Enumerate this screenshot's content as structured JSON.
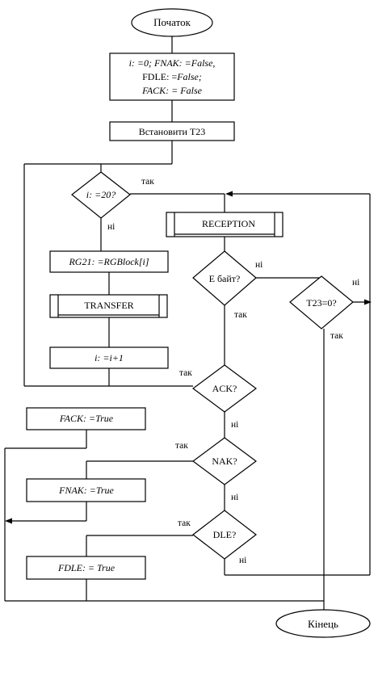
{
  "nodes": {
    "start": "Початок",
    "init_line1_plain": "i: =0; ",
    "init_line1_italic": "FNAK: =False,",
    "init_line2_plain": "FDLE: =",
    "init_line2_italic": "False;",
    "init_line3": "FACK: = False",
    "set_timer": "Встановити Т23",
    "loop_check": "i: =20?",
    "reception": "RECEPTION",
    "assign_rg": "RG21: =RGBlock[i]",
    "byte_check": "Е байт?",
    "timer_check": "Т23=0?",
    "transfer": "TRANSFER",
    "increment": "i: =i+1",
    "ack_check": "ACK?",
    "set_fack": "FACK: =True",
    "nak_check": "NAK?",
    "set_fnak": "FNAK: =True",
    "dle_check": "DLE?",
    "set_fdle": "FDLE: = True",
    "end": "Кінець"
  },
  "edge_labels": {
    "loop_yes": "так",
    "loop_no": "ні",
    "byte_no": "ні",
    "byte_yes": "так",
    "timer_no": "ні",
    "timer_yes": "так",
    "ack_yes": "так",
    "ack_no": "ні",
    "nak_yes": "так",
    "nak_no": "ні",
    "dle_yes": "так",
    "dle_no": "ні"
  }
}
